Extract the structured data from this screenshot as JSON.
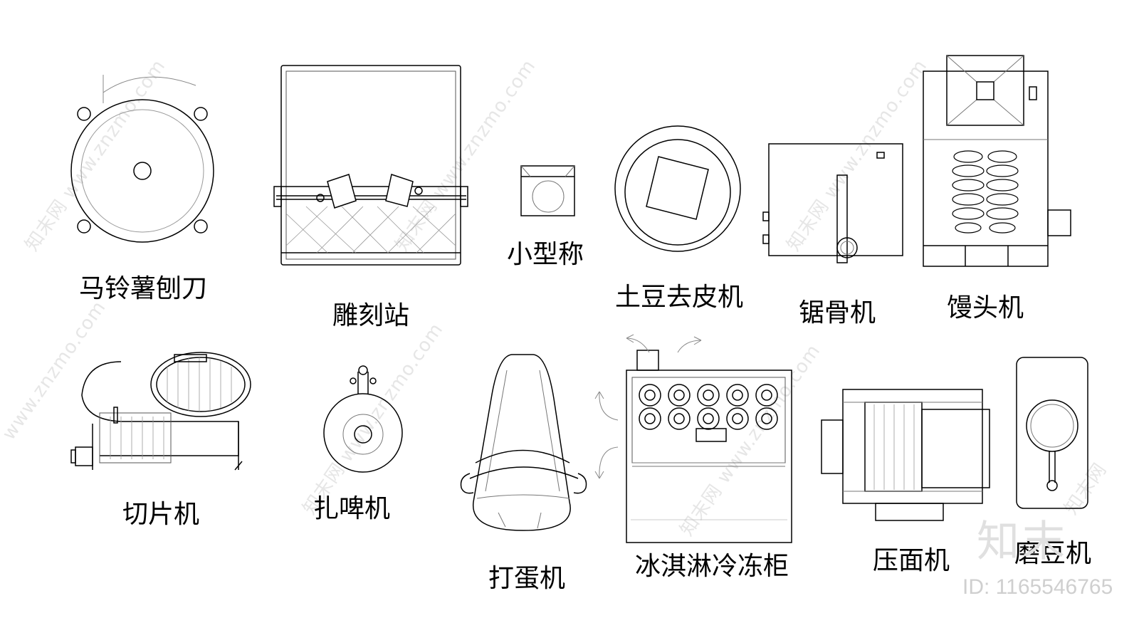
{
  "items": [
    {
      "id": "potato-slicer",
      "label": "马铃薯刨刀"
    },
    {
      "id": "carving-station",
      "label": "雕刻站"
    },
    {
      "id": "small-scale",
      "label": "小型称"
    },
    {
      "id": "potato-peeler",
      "label": "土豆去皮机"
    },
    {
      "id": "bone-saw",
      "label": "锯骨机"
    },
    {
      "id": "mantou-machine",
      "label": "馒头机"
    },
    {
      "id": "meat-slicer",
      "label": "切片机"
    },
    {
      "id": "beer-tap",
      "label": "扎啤机"
    },
    {
      "id": "egg-beater",
      "label": "打蛋机"
    },
    {
      "id": "ice-cream-freezer",
      "label": "冰淇淋冷冻柜"
    },
    {
      "id": "noodle-press",
      "label": "压面机"
    },
    {
      "id": "bean-machine",
      "label": "磨豆机"
    }
  ],
  "watermark": {
    "site": "www.znzmo.com",
    "brand": "知末网",
    "logo": "知末",
    "image_id": "ID: 1165546765"
  }
}
